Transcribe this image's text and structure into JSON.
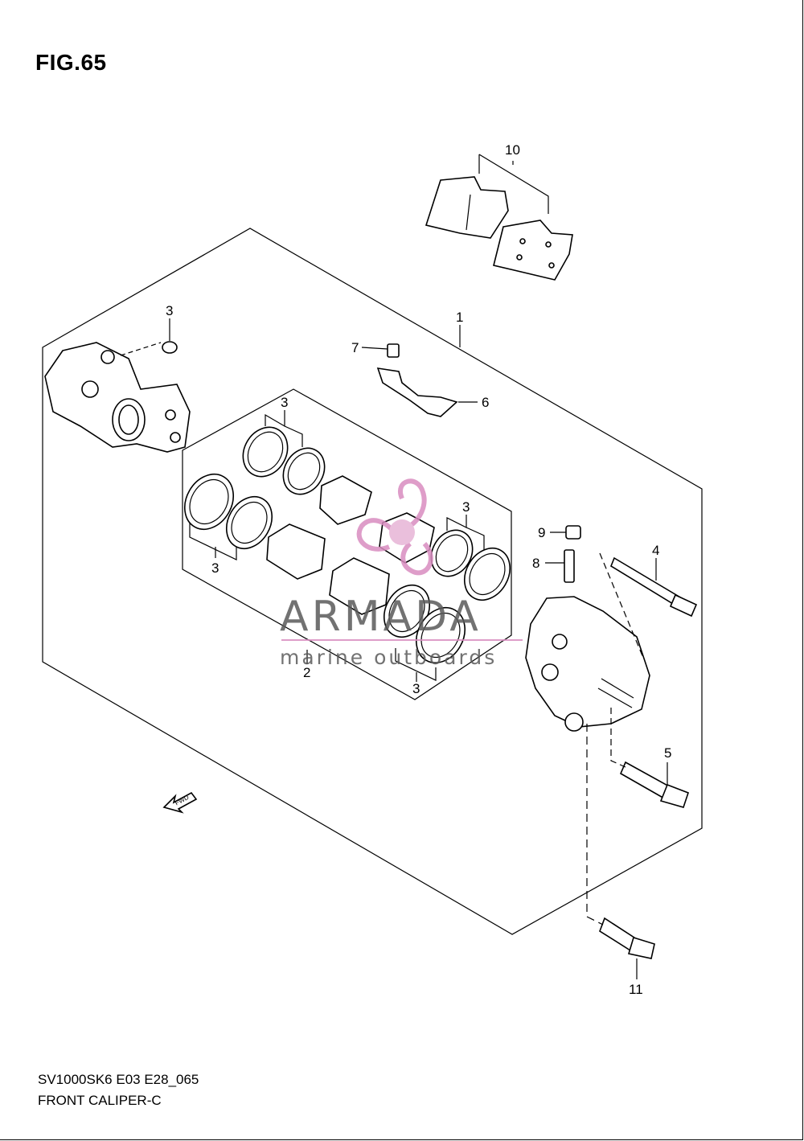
{
  "figure": {
    "title": "FIG.65",
    "code": "SV1000SK6 E03 E28_065",
    "caption": "FRONT CALIPER-C"
  },
  "callouts": {
    "c1": "1",
    "c2": "2",
    "c3a": "3",
    "c3b": "3",
    "c3c": "3",
    "c3d": "3",
    "c3e": "3",
    "c4": "4",
    "c5": "5",
    "c6": "6",
    "c7": "7",
    "c8": "8",
    "c9": "9",
    "c10": "10",
    "c11": "11"
  },
  "fwd_label": "FWD",
  "watermark": {
    "brand": "ARMADA",
    "tagline": "marine outboards",
    "accent_color": "#d98cc0",
    "text_color": "#5a5a5a"
  }
}
